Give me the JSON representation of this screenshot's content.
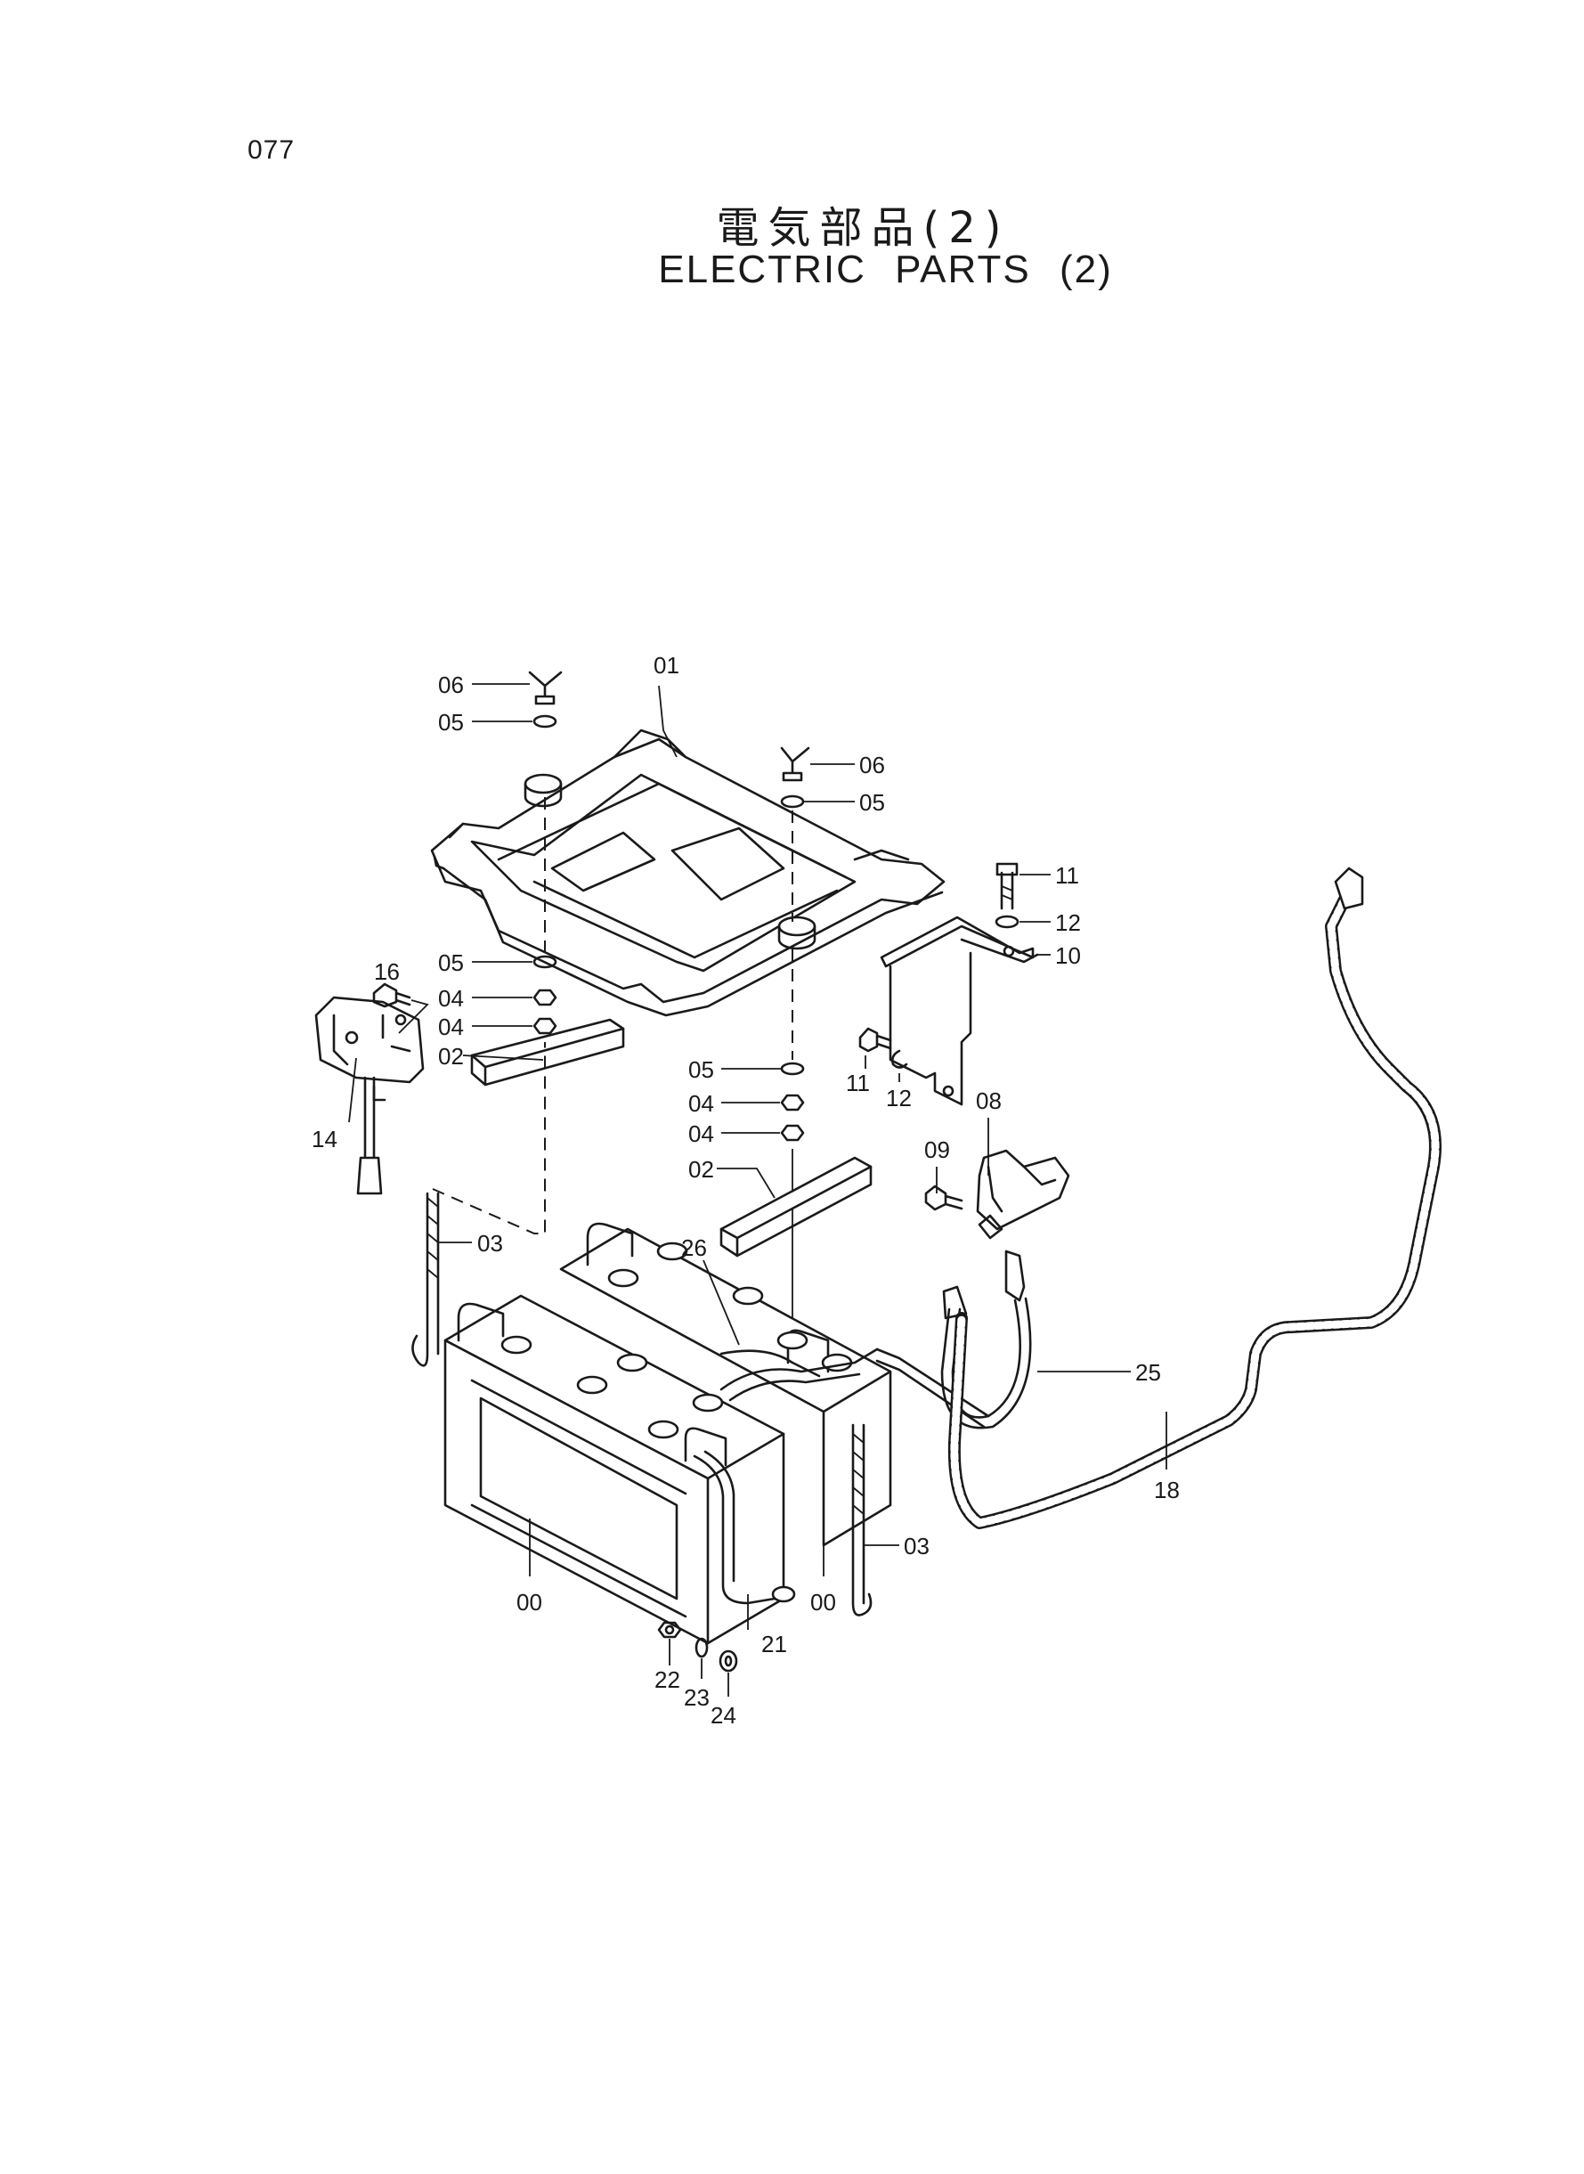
{
  "page_number": "077",
  "title_jp": "電気部品(2)",
  "title_en": "ELECTRIC  PARTS (2)",
  "callouts": {
    "c01": "01",
    "c02a": "02",
    "c02b": "02",
    "c03a": "03",
    "c03b": "03",
    "c04a": "04",
    "c04b": "04",
    "c04c": "04",
    "c04d": "04",
    "c05a": "05",
    "c05b": "05",
    "c05c": "05",
    "c05d": "05",
    "c06a": "06",
    "c06b": "06",
    "c08": "08",
    "c09": "09",
    "c10": "10",
    "c11a": "11",
    "c11b": "11",
    "c12a": "12",
    "c12b": "12",
    "c14": "14",
    "c16": "16",
    "c18": "18",
    "c21": "21",
    "c22": "22",
    "c23": "23",
    "c24": "24",
    "c25": "25",
    "c26": "26",
    "c00a": "00",
    "c00b": "00"
  }
}
